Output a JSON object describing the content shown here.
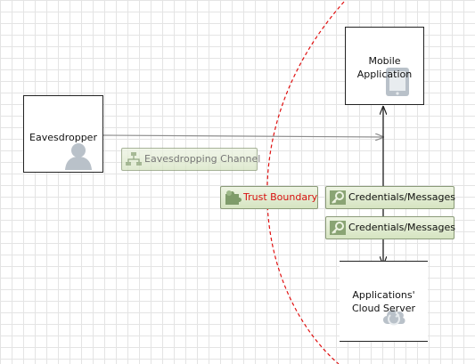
{
  "nodes": {
    "eavesdropper": {
      "label": "Eavesdropper",
      "icon": "user-icon"
    },
    "mobile_app": {
      "label_line1": "Mobile",
      "label_line2": "Application",
      "icon": "tablet-icon"
    },
    "cloud_server": {
      "label_line1": "Applications'",
      "label_line2": "Cloud Server",
      "icon": "cloud-icon"
    }
  },
  "flows": {
    "eavesdropping": {
      "label": "Eavesdropping Channel",
      "icon": "flow-icon"
    },
    "credentials_1": {
      "label": "Credentials/Messages",
      "icon": "key-icon"
    },
    "credentials_2": {
      "label": "Credentials/Messages",
      "icon": "key-icon"
    }
  },
  "boundary": {
    "label": "Trust Boundary",
    "icon": "puzzle-icon",
    "color": "#e01010"
  },
  "colors": {
    "tag_border": "#8a9a77",
    "tag_fill": "#e3edd5",
    "line": "#222222",
    "faded_line": "#8c8c8c"
  }
}
